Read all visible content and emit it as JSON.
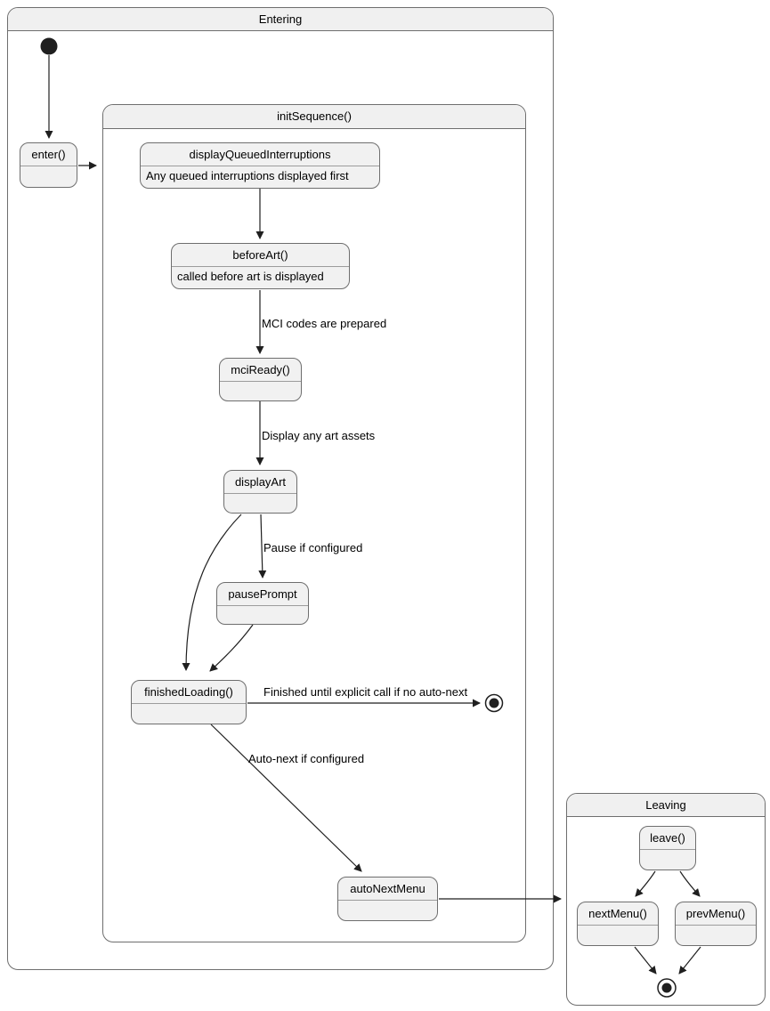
{
  "containers": {
    "entering": {
      "title": "Entering"
    },
    "initSequence": {
      "title": "initSequence()"
    },
    "leaving": {
      "title": "Leaving"
    }
  },
  "states": {
    "enter": {
      "label": "enter()"
    },
    "displayQueuedInterruptions": {
      "label": "displayQueuedInterruptions",
      "description": "Any queued interruptions displayed first"
    },
    "beforeArt": {
      "label": "beforeArt()",
      "description": "called before art is displayed"
    },
    "mciReady": {
      "label": "mciReady()"
    },
    "displayArt": {
      "label": "displayArt"
    },
    "pausePrompt": {
      "label": "pausePrompt"
    },
    "finishedLoading": {
      "label": "finishedLoading()"
    },
    "autoNextMenu": {
      "label": "autoNextMenu"
    },
    "leave": {
      "label": "leave()"
    },
    "nextMenu": {
      "label": "nextMenu()"
    },
    "prevMenu": {
      "label": "prevMenu()"
    }
  },
  "transitions": {
    "mci_codes_prepared": "MCI codes are prepared",
    "display_art_assets": "Display any art assets",
    "pause_if_configured": "Pause if configured",
    "finished_until": "Finished until explicit call if no auto-next",
    "auto_next": "Auto-next if configured"
  },
  "colors": {
    "state_fill": "#f1f1f1",
    "title_bar_fill": "#f0f0f0",
    "border": "#6e6e6e",
    "divider": "#9c9c9c",
    "edge": "#1f1f1f",
    "text": "#000000",
    "background": "#ffffff"
  }
}
